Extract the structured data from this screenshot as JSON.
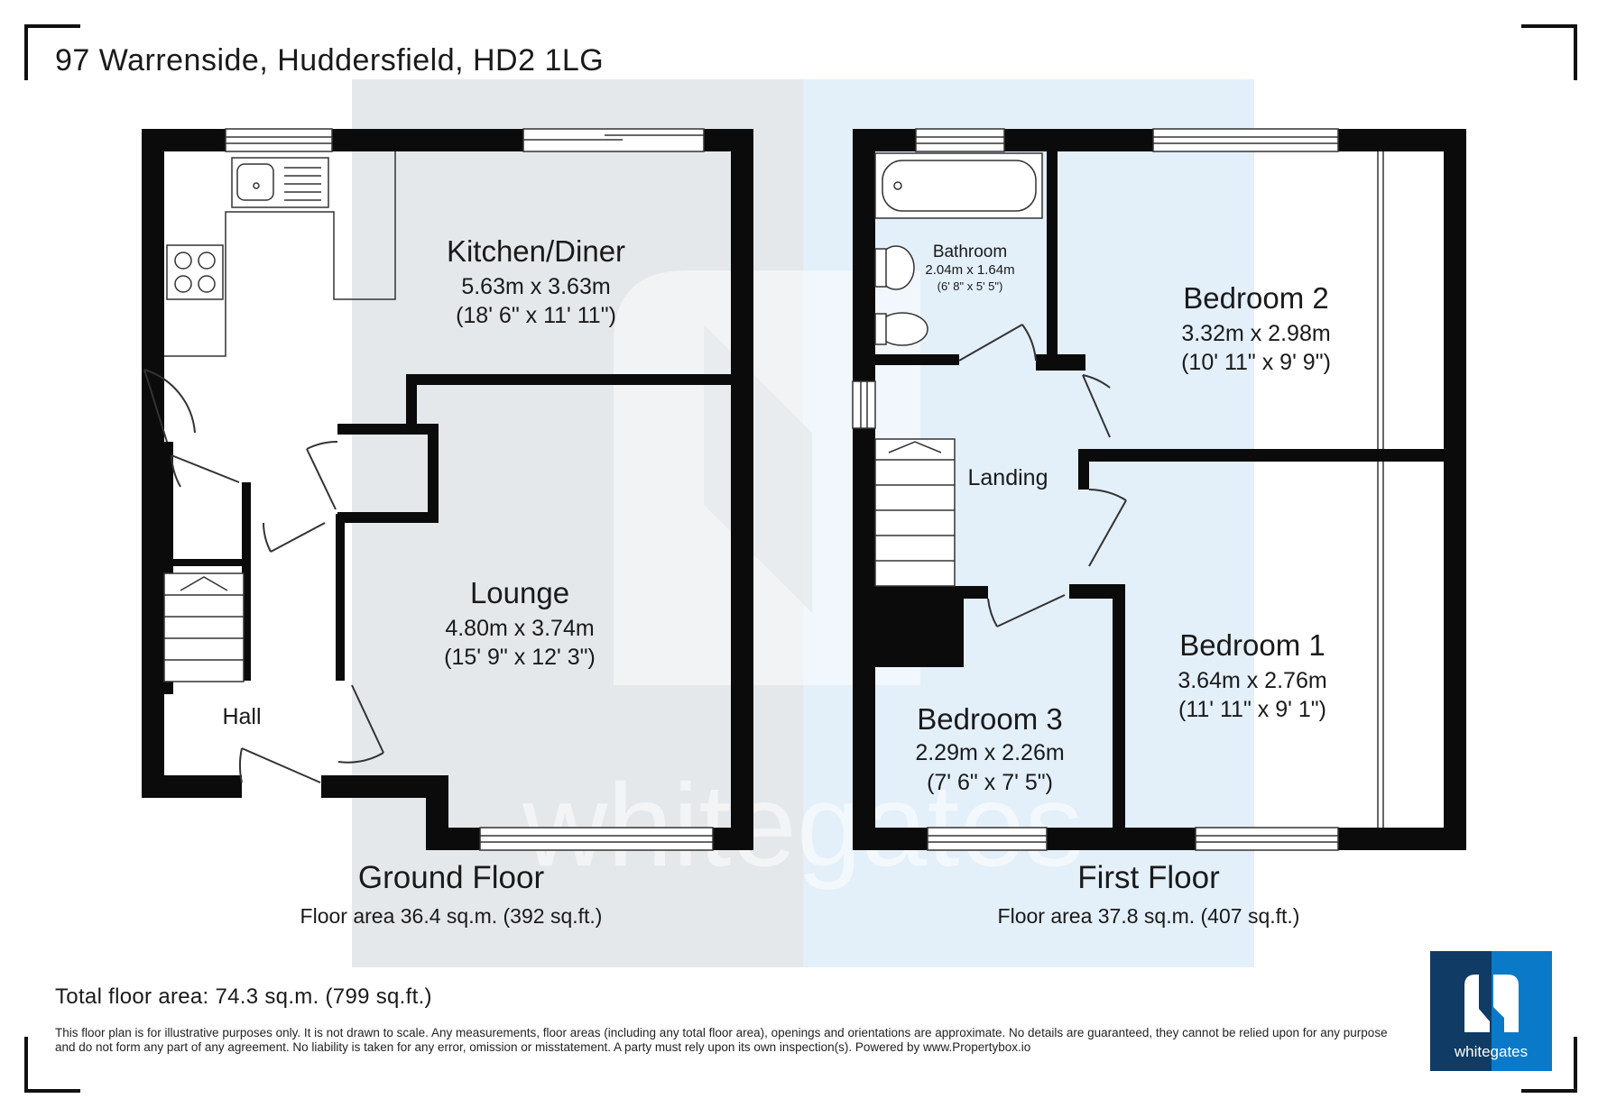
{
  "address": "97 Warrenside, Huddersfield, HD2 1LG",
  "watermark": "whitegates",
  "ground_floor": {
    "title": "Ground Floor",
    "area": "Floor area 36.4 sq.m. (392 sq.ft.)",
    "rooms": {
      "kitchen": {
        "name": "Kitchen/Diner",
        "metric": "5.63m x 3.63m",
        "imperial": "(18' 6\" x 11' 11\")"
      },
      "lounge": {
        "name": "Lounge",
        "metric": "4.80m x 3.74m",
        "imperial": "(15' 9\" x 12' 3\")"
      },
      "hall": {
        "name": "Hall"
      }
    }
  },
  "first_floor": {
    "title": "First Floor",
    "area": "Floor area 37.8 sq.m. (407 sq.ft.)",
    "rooms": {
      "bathroom": {
        "name": "Bathroom",
        "metric": "2.04m x 1.64m",
        "imperial": "(6' 8\" x 5' 5\")"
      },
      "bedroom2": {
        "name": "Bedroom 2",
        "metric": "3.32m x 2.98m",
        "imperial": "(10' 11\" x 9' 9\")"
      },
      "landing": {
        "name": "Landing"
      },
      "bedroom1": {
        "name": "Bedroom 1",
        "metric": "3.64m x 2.76m",
        "imperial": "(11' 11\" x 9' 1\")"
      },
      "bedroom3": {
        "name": "Bedroom 3",
        "metric": "2.29m x 2.26m",
        "imperial": "(7' 6\" x 7' 5\")"
      }
    }
  },
  "total_area": "Total floor area: 74.3 sq.m. (799 sq.ft.)",
  "disclaimer": "This floor plan is for illustrative purposes only. It is not drawn to scale. Any measurements, floor areas (including any total floor area), openings and orientations are approximate. No details are guaranteed, they cannot be relied upon for any purpose and do not form any part of any agreement. No liability is taken for any error, omission or misstatement. A party must rely upon its own inspection(s). Powered by www.Propertybox.io",
  "logo": {
    "text": "whitegates",
    "colors": {
      "dark": "#0f3b64",
      "light": "#0a7ac8"
    }
  },
  "colors": {
    "wall": "#0b0b0b",
    "bg_left": "#e5e8eb",
    "bg_right": "#e3eff9"
  }
}
